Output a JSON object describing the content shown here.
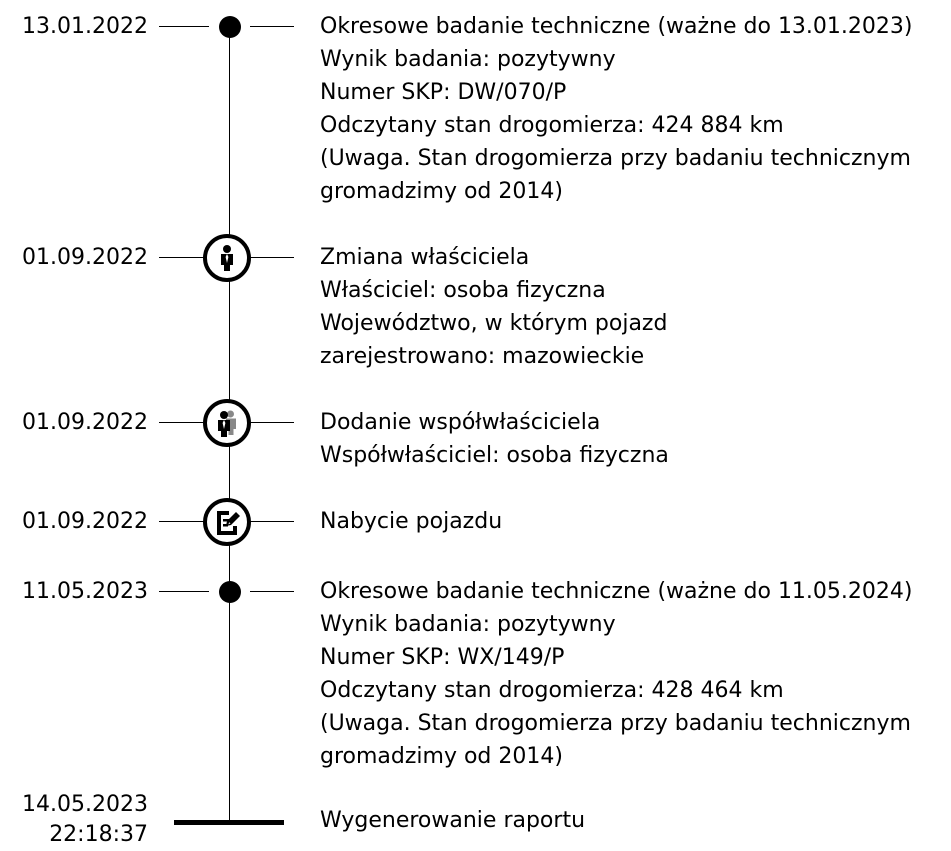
{
  "events": [
    {
      "date": "13.01.2022",
      "marker": "dot",
      "lines": [
        "Okresowe badanie techniczne (ważne do 13.01.2023)",
        "Wynik badania: pozytywny",
        "Numer SKP: DW/070/P",
        "Odczytany stan drogomierza: 424 884 km",
        "(Uwaga. Stan drogomierza przy badaniu technicznym",
        "gromadzimy od 2014)"
      ]
    },
    {
      "date": "01.09.2022",
      "marker": "owner-icon",
      "lines": [
        "Zmiana właściciela",
        "Właściciel: osoba fizyczna",
        "Województwo, w którym pojazd",
        "zarejestrowano: mazowieckie"
      ]
    },
    {
      "date": "01.09.2022",
      "marker": "co-owner-icon",
      "lines": [
        "Dodanie współwłaściciela",
        "Współwłaściciel: osoba fizyczna"
      ]
    },
    {
      "date": "01.09.2022",
      "marker": "document-edit-icon",
      "lines": [
        "Nabycie pojazdu"
      ]
    },
    {
      "date": "11.05.2023",
      "marker": "dot",
      "lines": [
        "Okresowe badanie techniczne (ważne do 11.05.2024)",
        "Wynik badania: pozytywny",
        "Numer SKP: WX/149/P",
        "Odczytany stan drogomierza: 428 464 km",
        "(Uwaga. Stan drogomierza przy badaniu technicznym",
        "gromadzimy od 2014)"
      ]
    }
  ],
  "report": {
    "date": "14.05.2023",
    "time": "22:18:37",
    "label": "Wygenerowanie raportu"
  }
}
